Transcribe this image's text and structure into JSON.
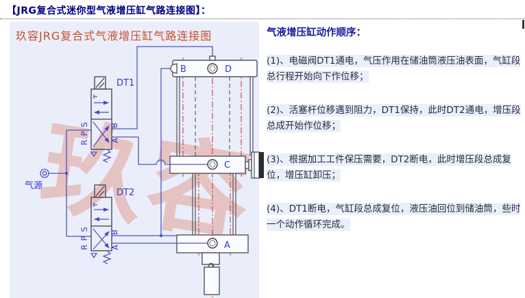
{
  "colors": {
    "title_navy": "#000082",
    "heading_blue": "#1b1b9e",
    "diagram_title_red": "#cc4b2a",
    "circuit_line_blue": "#5353bc",
    "centerline_red": "#c92f2f",
    "panel_bg": "#e9eefa",
    "text_highlight_bg": "#e9effb",
    "watermark_pink": "#de6a50"
  },
  "header": {
    "title": "【JRG复合式迷你型气液增压缸气路连接图】："
  },
  "panel": {
    "title": "玖容JRG复合式气液增压缸气路连接图",
    "watermark": "玖容",
    "air_source": "气源",
    "valves": [
      {
        "name": "DT1"
      },
      {
        "name": "DT2"
      }
    ],
    "valve_ports": {
      "s": "S",
      "p": "P",
      "r": "R",
      "b": "B",
      "a": "A"
    },
    "cylinder_ports": {
      "b": "B",
      "d": "D",
      "c": "C",
      "a": "A"
    }
  },
  "sequence": {
    "heading": "气液增压缸动作顺序：",
    "steps": [
      {
        "text": "(1)、电磁阀DT1通电，气压作用在储油筒液压油表面，气缸段总行程开始向下作位移；"
      },
      {
        "text": "(2)、活塞杆位移遇到阻力，DT1保持，此时DT2通电，增压段总成开始作位移；"
      },
      {
        "text": "(3)、根据加工工件保压需要，DT2断电，此时增压段总成复位，增压缸卸压；"
      },
      {
        "text": "(4)、DT1断电，气缸段总成复位，液压油回位到储油筒，些时一个动作循环完成。"
      }
    ]
  }
}
